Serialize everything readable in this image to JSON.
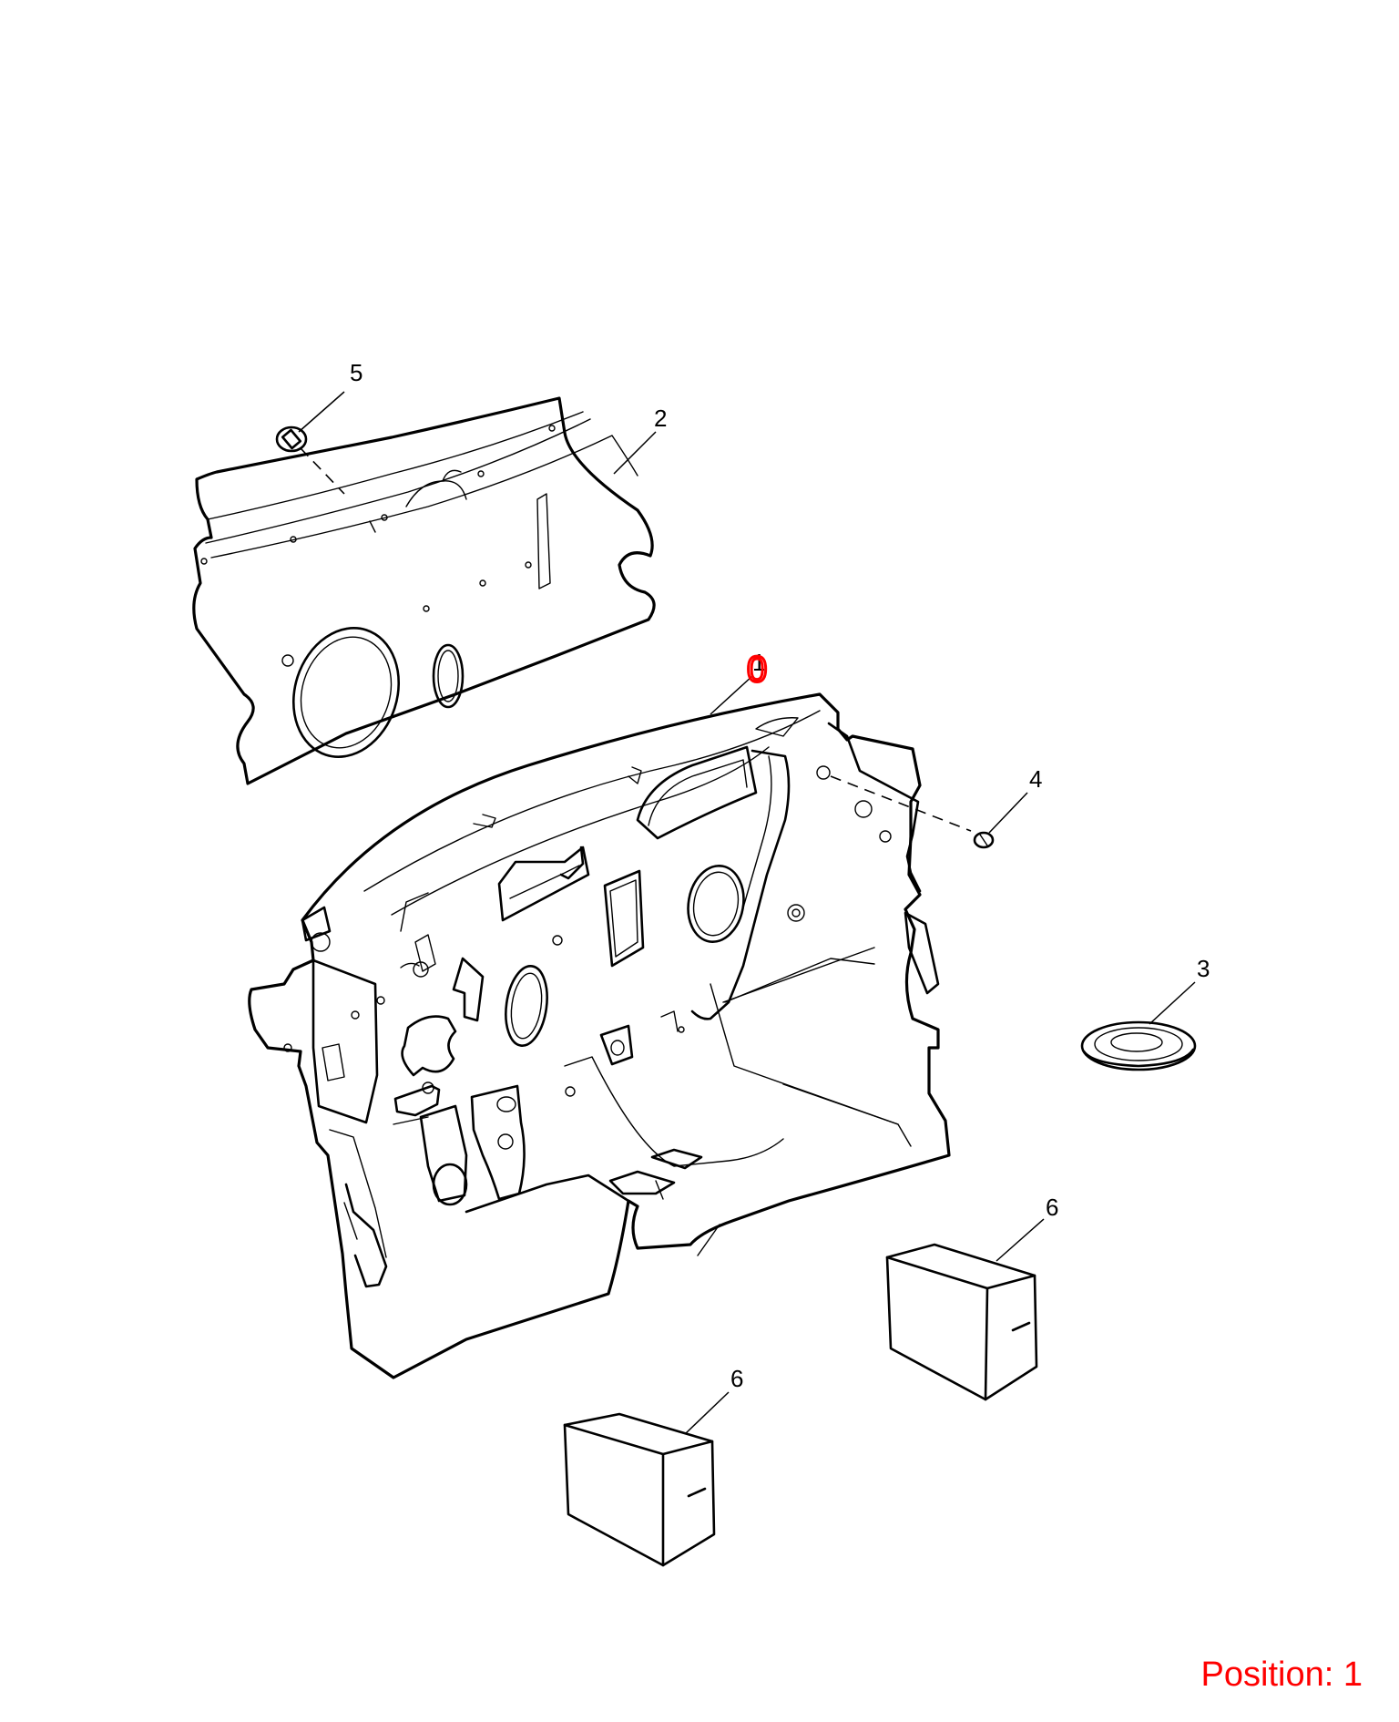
{
  "callouts": {
    "part_1": "1",
    "part_1_marker": "0",
    "part_2": "2",
    "part_3": "3",
    "part_4": "4",
    "part_5": "5",
    "part_6a": "6",
    "part_6b": "6"
  },
  "position": {
    "label": "Position:",
    "value": "1"
  },
  "colors": {
    "line": "#000000",
    "highlight": "#ff0000",
    "background": "#ffffff"
  }
}
